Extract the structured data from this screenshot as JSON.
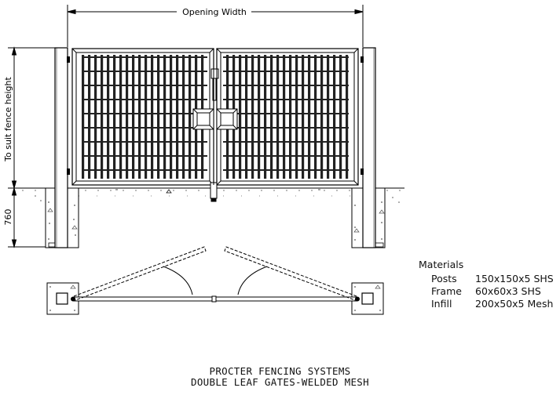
{
  "dimensions": {
    "opening_width": "Opening Width",
    "fence_height": "To suit fence height",
    "footing_depth": "760"
  },
  "materials": {
    "heading": "Materials",
    "items": [
      {
        "label": "Posts",
        "value": "150x150x5 SHS"
      },
      {
        "label": "Frame",
        "value": "60x60x3 SHS"
      },
      {
        "label": "Infill",
        "value": "200x50x5 Mesh"
      }
    ]
  },
  "title_block": {
    "line1": "PROCTER FENCING SYSTEMS",
    "line2": "DOUBLE LEAF GATES-WELDED MESH"
  }
}
